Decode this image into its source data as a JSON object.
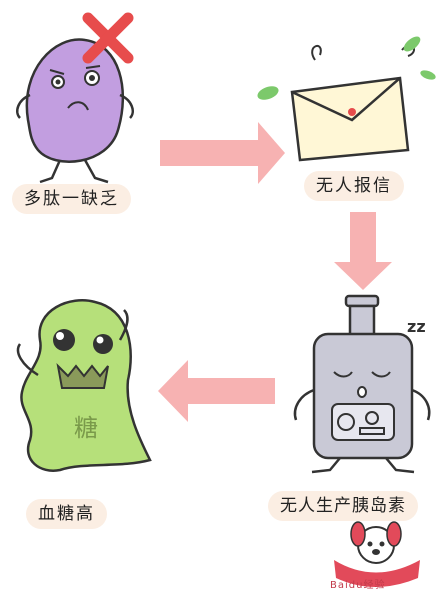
{
  "labels": {
    "peptide_lack": "多肽一缺乏",
    "no_signal": "无人报信",
    "no_insulin": "无人生产胰岛素",
    "high_sugar": "血糖高"
  },
  "monster_text": "糖",
  "sleep_text": "zz",
  "watermark": "Baidu经验",
  "colors": {
    "arrow": "#f7b2b2",
    "purple_body": "#c29ee0",
    "green_body": "#b6e07a",
    "bottle": "#c9c9d6",
    "envelope": "#fff7d6",
    "cross": "#e74c4c",
    "leaf": "#7cc96b"
  }
}
